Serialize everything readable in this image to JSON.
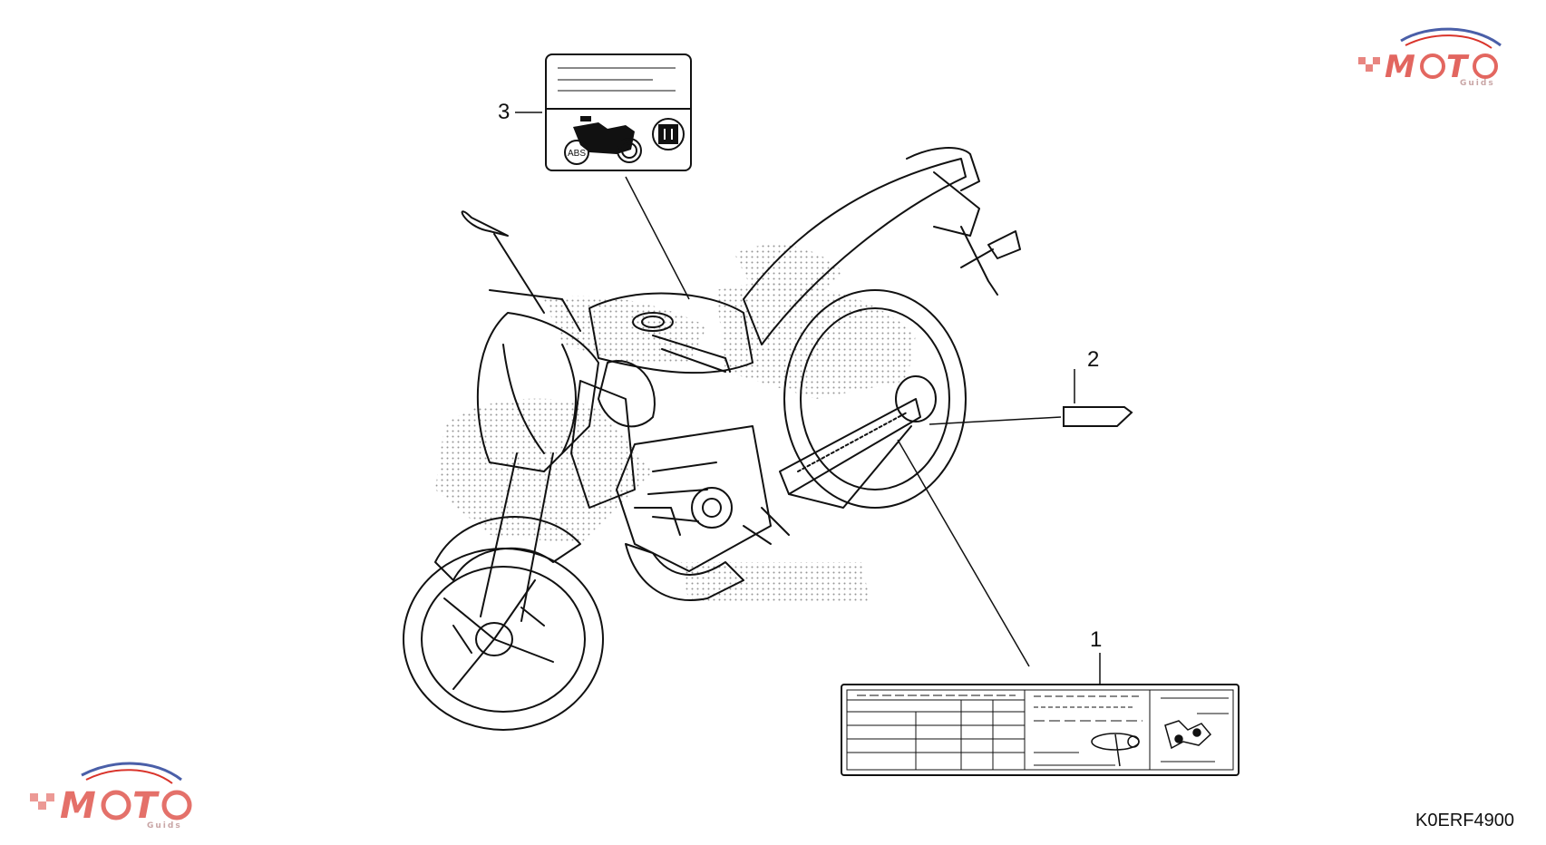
{
  "callouts": {
    "label_1": "1",
    "label_2": "2",
    "label_3": "3"
  },
  "figure_code": "K0ERF4900",
  "watermark": {
    "brand_text": "MOTO",
    "sub_text": "Guids",
    "colors": {
      "red": "#d9342b",
      "blue": "#4a5fa8"
    }
  },
  "label_3_icons": [
    "motorcycle-icon",
    "abs-icon",
    "tire-icon",
    "manual-icon"
  ],
  "label_1_icons": [
    "chain-adjuster-icon",
    "suspension-icon"
  ],
  "line_color": "#111111",
  "stipple_color": "#7a7a7a"
}
